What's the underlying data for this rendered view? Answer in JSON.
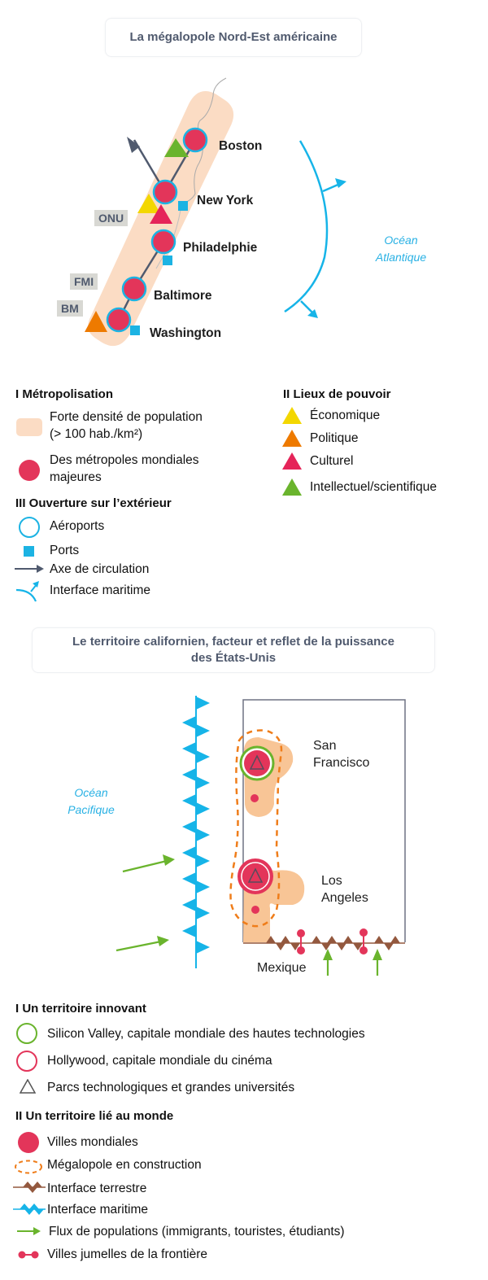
{
  "map1": {
    "title": "La mégalopole Nord-Est américaine",
    "cities": [
      {
        "name": "Boston"
      },
      {
        "name": "New York"
      },
      {
        "name": "Philadelphie"
      },
      {
        "name": "Baltimore"
      },
      {
        "name": "Washington"
      }
    ],
    "institutions": [
      "ONU",
      "FMI",
      "BM"
    ],
    "ocean_label_line1": "Océan",
    "ocean_label_line2": "Atlantique",
    "legend": {
      "section1": {
        "heading": "I Métropolisation",
        "items": [
          {
            "label_line1": "Forte densité de population",
            "label_line2": "(> 100 hab./km²)",
            "symbol": "density-area"
          },
          {
            "label_line1": "Des métropoles mondiales",
            "label_line2": "majeures",
            "symbol": "red-dot"
          }
        ]
      },
      "section2": {
        "heading": "II Lieux de pouvoir",
        "items": [
          {
            "label": "Économique",
            "symbol": "triangle",
            "color": "#f3d700"
          },
          {
            "label": "Politique",
            "symbol": "triangle",
            "color": "#ee7a00"
          },
          {
            "label": "Culturel",
            "symbol": "triangle",
            "color": "#e52459"
          },
          {
            "label": "Intellectuel/scientifique",
            "symbol": "triangle",
            "color": "#6ab42d"
          }
        ]
      },
      "section3": {
        "heading": "III Ouverture sur l’extérieur",
        "items": [
          {
            "label": "Aéroports",
            "symbol": "blue-ring"
          },
          {
            "label": "Ports",
            "symbol": "blue-square"
          },
          {
            "label": "Axe de circulation",
            "symbol": "grey-arrow"
          },
          {
            "label": "Interface maritime",
            "symbol": "maritime-arc"
          }
        ]
      }
    }
  },
  "map2": {
    "title_line1": "Le territoire californien, facteur et reflet de la puissance",
    "title_line2": "des États-Unis",
    "cities": [
      {
        "name_line1": "San",
        "name_line2": "Francisco"
      },
      {
        "name_line1": "Los",
        "name_line2": "Angeles"
      }
    ],
    "country_label": "Mexique",
    "ocean_label_line1": "Océan",
    "ocean_label_line2": "Pacifique",
    "legend": {
      "section1": {
        "heading": "I Un territoire innovant",
        "items": [
          {
            "label": "Silicon Valley, capitale mondiale des hautes technologies",
            "symbol": "green-ring"
          },
          {
            "label": "Hollywood, capitale mondiale du cinéma",
            "symbol": "red-ring"
          },
          {
            "label": "Parcs technologiques et grandes universités",
            "symbol": "outline-triangle"
          }
        ]
      },
      "section2": {
        "heading": "II Un territoire lié au monde",
        "items": [
          {
            "label": "Villes mondiales",
            "symbol": "red-dot"
          },
          {
            "label": "Mégalopole en construction",
            "symbol": "dashed-ellipse"
          },
          {
            "label": "Interface terrestre",
            "symbol": "brown-sawtooth"
          },
          {
            "label": "Interface maritime",
            "symbol": "blue-sawtooth"
          },
          {
            "label": "Flux de populations (immigrants, touristes, étudiants)",
            "symbol": "green-arrow"
          },
          {
            "label": "Villes jumelles de la frontière",
            "symbol": "twin-dots"
          }
        ]
      }
    }
  },
  "colors": {
    "title_text": "#505a6e",
    "density": "#fbdcc4",
    "density_ca": "#f8c596",
    "city_red": "#e3355a",
    "airport_blue": "#1cb3e3",
    "axis_grey": "#505a6e",
    "maritime_blue": "#16b4e8",
    "land_brown": "#93583e",
    "flow_green": "#6ab42d",
    "megalopolis_orange": "#ef7d1a"
  }
}
